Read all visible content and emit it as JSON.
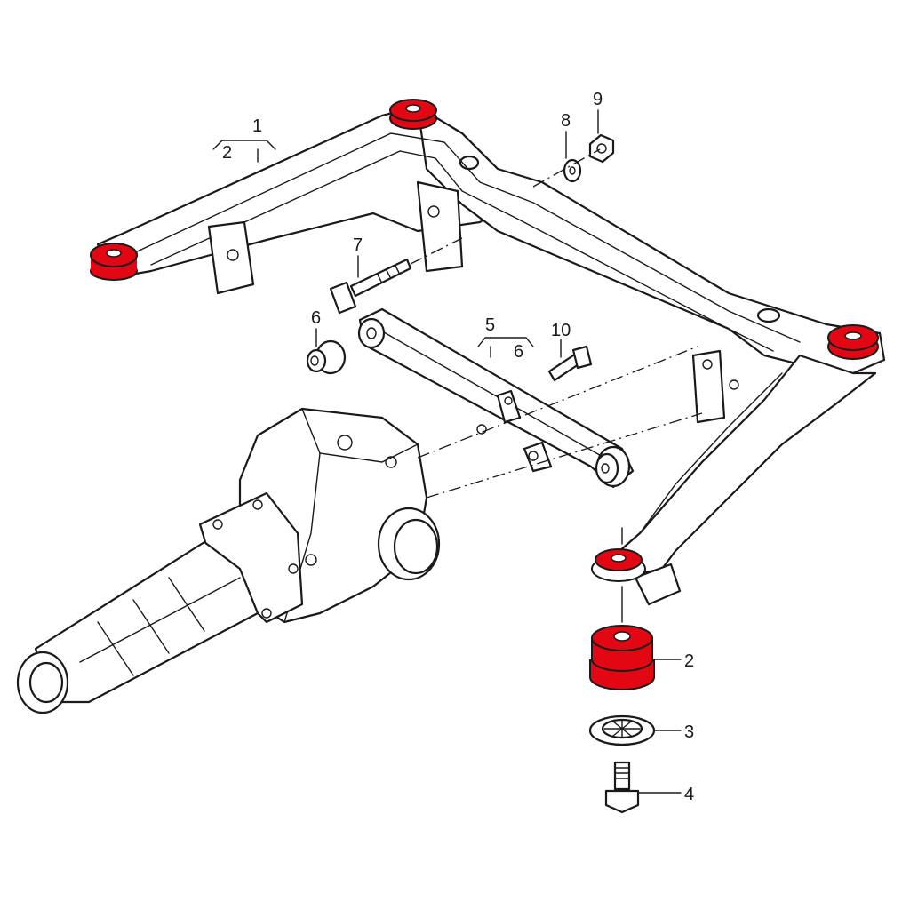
{
  "colors": {
    "bushing": "#e30613",
    "line": "#1a1a1a",
    "background": "#ffffff"
  },
  "callouts": {
    "c1": "1",
    "c2_top": "2",
    "c2_right": "2",
    "c3": "3",
    "c4": "4",
    "c5": "5",
    "c6_left": "6",
    "c6_top": "6",
    "c7": "7",
    "c8": "8",
    "c9": "9",
    "c10": "10"
  }
}
